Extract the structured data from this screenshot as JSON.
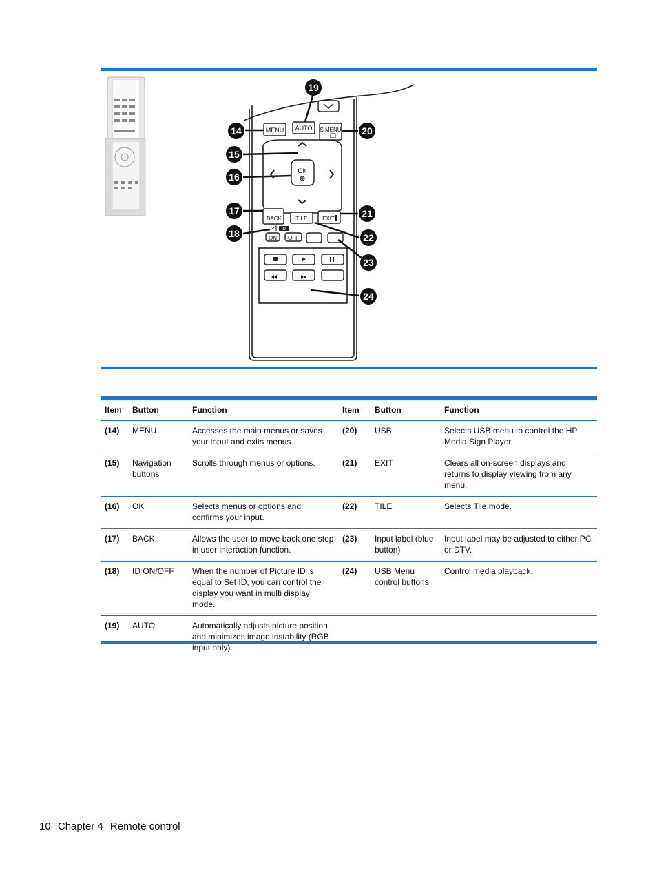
{
  "figure": {
    "callouts": [
      "19",
      "14",
      "20",
      "15",
      "16",
      "17",
      "21",
      "18",
      "22",
      "23",
      "24"
    ],
    "remote_labels": {
      "menu": "MENU",
      "auto": "AUTO",
      "smenu": "S.MENU",
      "ok": "OK",
      "back": "BACK",
      "tile": "TILE",
      "exit": "EXIT",
      "id_on": "ON",
      "id_off": "OFF",
      "id": "ID"
    }
  },
  "table": {
    "headers": [
      "Item",
      "Button",
      "Function",
      "Item",
      "Button",
      "Function"
    ],
    "rows": [
      {
        "item_a": "(14)",
        "button_a": "MENU",
        "function_a": "Accesses the main menus or saves your input and exits menus.",
        "item_b": "(20)",
        "button_b": "USB",
        "function_b": "Selects USB menu to control the HP Media Sign Player."
      },
      {
        "item_a": "(15)",
        "button_a": "Navigation buttons",
        "function_a": "Scrolls through menus or options.",
        "item_b": "(21)",
        "button_b": "EXIT",
        "function_b": "Clears all on-screen displays and returns to display viewing from any menu."
      },
      {
        "item_a": "(16)",
        "button_a": "OK",
        "function_a": "Selects menus or options and confirms your input.",
        "item_b": "(22)",
        "button_b": "TILE",
        "function_b": "Selects Tile mode."
      },
      {
        "item_a": "(17)",
        "button_a": "BACK",
        "function_a": "Allows the user to move back one step in user interaction function.",
        "item_b": "(23)",
        "button_b": "Input label (blue button)",
        "function_b": "Input label may be adjusted to either PC or DTV."
      },
      {
        "item_a": "(18)",
        "button_a": "ID ON/OFF",
        "function_a": "When the number of Picture ID is equal to Set ID, you can control the display you want in multi display mode.",
        "item_b": "(24)",
        "button_b": "USB Menu control buttons",
        "function_b": "Control media playback."
      },
      {
        "item_a": "(19)",
        "button_a": "AUTO",
        "function_a": "Automatically adjusts picture position and minimizes image instability (RGB input only).",
        "item_b": "",
        "button_b": "",
        "function_b": ""
      }
    ]
  },
  "footer": {
    "page_number": "10",
    "chapter": "Chapter 4",
    "title": "Remote control"
  }
}
